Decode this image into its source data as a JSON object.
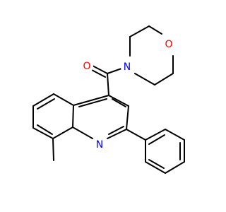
{
  "structure": {
    "colors": {
      "bond": "#000000",
      "oxygen": "#ff0000",
      "nitrogen": "#0000ff",
      "background": "#ffffff"
    },
    "atom_labels": {
      "carbonyl_oxygen": "O",
      "morpholine_oxygen": "O",
      "morpholine_nitrogen": "N",
      "quinoline_nitrogen": "N"
    }
  }
}
